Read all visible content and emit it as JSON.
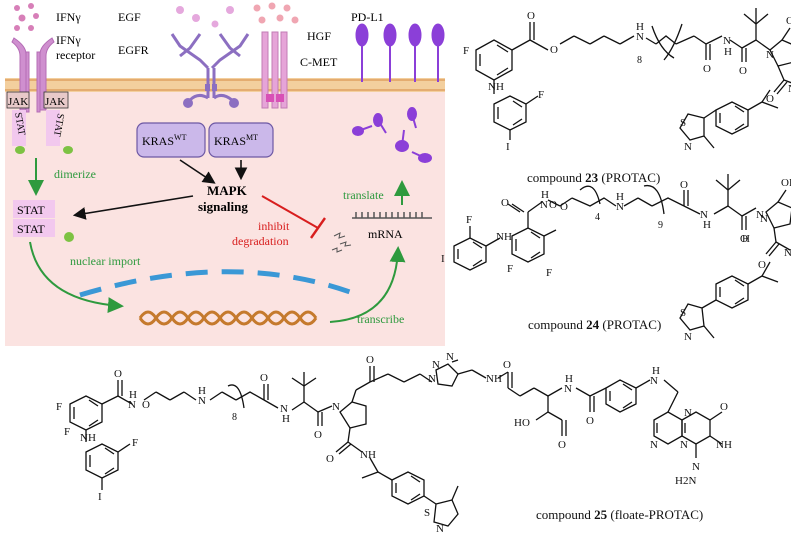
{
  "pathway": {
    "ifng": "IFNγ",
    "ifng_receptor_line1": "IFNγ",
    "ifng_receptor_line2": "receptor",
    "egf": "EGF",
    "egfr": "EGFR",
    "hgf": "HGF",
    "cmet": "C-MET",
    "pdl1": "PD-L1",
    "jak_left": "JAK",
    "jak_right": "JAK",
    "stat_left": "STAT",
    "stat_right": "STAT",
    "dimerize": "dimerize",
    "stat_dimer_top": "STAT",
    "stat_dimer_bottom": "STAT",
    "kras_wt_main": "KRAS",
    "kras_wt_sup": "WT",
    "kras_mt_main": "KRAS",
    "kras_mt_sup": "MT",
    "mapk_line1": "MAPK",
    "mapk_line2": "signaling",
    "inhibit_line1": "inhibit",
    "inhibit_line2": "degradation",
    "translate": "translate",
    "mrna": "mRNA",
    "nuclear_import": "nuclear import",
    "transcribe": "transcribe",
    "colors": {
      "panel_bg": "#fbe3e1",
      "membrane": "#e8b47a",
      "receptor": "#cf8fcf",
      "egfr": "#8c6fc1",
      "kras_fill": "#cbb8ea",
      "pdl1": "#8b3fd8",
      "arrow_green": "#2e9a3e",
      "inhibit_red": "#d81e1e",
      "dna": "#c57a2d",
      "nucleus": "#3a98d6",
      "stat_dot": "#7dc243"
    }
  },
  "compounds": {
    "c23": {
      "label_prefix": "compound",
      "number": "23",
      "label_suffix": "(PROTAC)",
      "atoms": [
        "F",
        "F",
        "NH",
        "I",
        "O",
        "O",
        "N",
        "H",
        "N",
        "H",
        "O",
        "O",
        "N",
        "OH",
        "O",
        "NH",
        "S",
        "N",
        "8"
      ]
    },
    "c24": {
      "label_prefix": "compound",
      "number": "24",
      "label_suffix": "(PROTAC)",
      "atoms": [
        "F",
        "NH",
        "H",
        "N",
        "O",
        "O",
        "I",
        "F",
        "F",
        "O",
        "N",
        "H",
        "4",
        "N",
        "H",
        "9",
        "O",
        "N",
        "H",
        "O",
        "N",
        "OH",
        "O",
        "NH",
        "S",
        "N"
      ]
    },
    "c25": {
      "label_prefix": "compound",
      "number": "25",
      "label_suffix": "(floate-PROTAC)",
      "atoms": [
        "O",
        "H",
        "N",
        "O",
        "F",
        "F",
        "NH",
        "I",
        "F",
        "N",
        "H",
        "8",
        "O",
        "N",
        "H",
        "O",
        "N",
        "O",
        "O",
        "NH",
        "S",
        "N",
        "N",
        "N",
        "N",
        "O",
        "NH",
        "HO",
        "O",
        "N",
        "H",
        "O",
        "N",
        "H",
        "N",
        "N",
        "N",
        "O",
        "NH",
        "N",
        "H2N"
      ]
    }
  }
}
